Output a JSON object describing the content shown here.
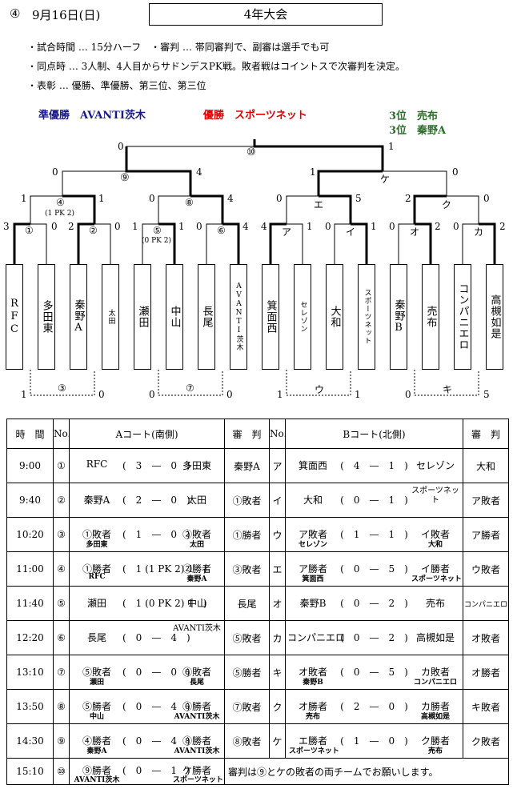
{
  "header": {
    "round": "④",
    "date": "9月16日(日)",
    "title": "4年大会"
  },
  "rules": [
    "・試合時間 … 15分ハーフ　・審判 … 帯同審判で、副審は選手でも可",
    "・同点時 … 3人制、4人目からサドンデスPK戦。敗者戦はコイントスで次審判を決定。",
    "・表彰 … 優勝、準優勝、第三位、第三位"
  ],
  "results": {
    "runner_up": "準優勝　AVANTI茨木",
    "champion": "優勝　スポーツネット",
    "third1": "3位　売布",
    "third2": "3位　秦野A"
  },
  "bracket": {
    "final_id": "⑩",
    "final_left_score": "0",
    "final_right_score": "1",
    "semi_left_id": "⑨",
    "semi_left_score_l": "0",
    "semi_left_score_r": "4",
    "semi_right_id": "ケ",
    "semi_right_score_l": "1",
    "semi_right_score_r": "0",
    "q": [
      {
        "id": "④",
        "pk": "(1 PK 2)",
        "sl": "1",
        "sr": "1"
      },
      {
        "id": "⑧",
        "pk": "",
        "sl": "0",
        "sr": "4"
      },
      {
        "id": "エ",
        "pk": "",
        "sl": "0",
        "sr": "5"
      },
      {
        "id": "ク",
        "pk": "",
        "sl": "2",
        "sr": "0"
      }
    ],
    "r1": [
      {
        "id": "①",
        "pk": "",
        "sl": "3",
        "sr": "0"
      },
      {
        "id": "②",
        "pk": "",
        "sl": "2",
        "sr": "0"
      },
      {
        "id": "⑤",
        "pk": "(0 PK 2)",
        "sl": "1",
        "sr": "1"
      },
      {
        "id": "⑥",
        "pk": "",
        "sl": "0",
        "sr": "4"
      },
      {
        "id": "ア",
        "pk": "",
        "sl": "4",
        "sr": "1"
      },
      {
        "id": "イ",
        "pk": "",
        "sl": "0",
        "sr": "1"
      },
      {
        "id": "オ",
        "pk": "",
        "sl": "0",
        "sr": "2"
      },
      {
        "id": "カ",
        "pk": "",
        "sl": "0",
        "sr": "2"
      }
    ],
    "teams": [
      "RFC",
      "多田東",
      "秦野A",
      "太田",
      "瀬田",
      "中山",
      "長尾",
      "AVANTI茨木",
      "箕面西",
      "セレゾン",
      "大和",
      "スポーツネット",
      "秦野B",
      "売布",
      "コンパニエロ",
      "高槻如是"
    ],
    "losers": [
      {
        "id": "③",
        "sl": "1",
        "sr": "0"
      },
      {
        "id": "⑦",
        "sl": "0",
        "sr": "0"
      },
      {
        "id": "ウ",
        "sl": "1",
        "sr": "1"
      },
      {
        "id": "キ",
        "sl": "0",
        "sr": "5"
      }
    ]
  },
  "schedule": {
    "headers": {
      "time": "時　間",
      "no": "No.",
      "courtA": "Aコート(南側)",
      "ref": "審　判",
      "courtB": "Bコート(北側)"
    },
    "rows": [
      {
        "time": "9:00",
        "a_no": "①",
        "a_l": "RFC",
        "a_score": "(　3　—　0　)",
        "a_r": "多田東",
        "a_ls": "",
        "a_rs": "",
        "a_ref": "秦野A",
        "b_no": "ア",
        "b_l": "箕面西",
        "b_score": "(　4　—　1　)",
        "b_r": "セレゾン",
        "b_ls": "",
        "b_rs": "",
        "b_ref": "大和"
      },
      {
        "time": "9:40",
        "a_no": "②",
        "a_l": "秦野A",
        "a_score": "(　2　—　0　)",
        "a_r": "太田",
        "a_ls": "",
        "a_rs": "",
        "a_ref": "①敗者",
        "b_no": "イ",
        "b_l": "大和",
        "b_score": "(　0　—　1　)",
        "b_r": "スポーツネット",
        "b_ls": "",
        "b_rs": "",
        "b_ref": "ア敗者"
      },
      {
        "time": "10:20",
        "a_no": "③",
        "a_l": "①敗者",
        "a_score": "(　1　—　0　)",
        "a_r": "②敗者",
        "a_ls": "多田東",
        "a_rs": "太田",
        "a_ref": "①勝者",
        "b_no": "ウ",
        "b_l": "ア敗者",
        "b_score": "(　1　—　1　)",
        "b_r": "イ敗者",
        "b_ls": "セレゾン",
        "b_rs": "大和",
        "b_ref": "ア勝者"
      },
      {
        "time": "11:00",
        "a_no": "④",
        "a_l": "①勝者",
        "a_score": "(　1 (1 PK 2) 1　)",
        "a_r": "②勝者",
        "a_ls": "RFC",
        "a_rs": "秦野A",
        "a_ref": "③敗者",
        "b_no": "エ",
        "b_l": "ア勝者",
        "b_score": "(　0　—　5　)",
        "b_r": "イ勝者",
        "b_ls": "箕面西",
        "b_rs": "スポーツネット",
        "b_ref": "ウ敗者"
      },
      {
        "time": "11:40",
        "a_no": "⑤",
        "a_l": "瀬田",
        "a_score": "(　1 (0 PK 2) 1　)",
        "a_r": "中山",
        "a_ls": "",
        "a_rs": "",
        "a_ref": "長尾",
        "b_no": "オ",
        "b_l": "秦野B",
        "b_score": "(　0　—　2　)",
        "b_r": "売布",
        "b_ls": "",
        "b_rs": "",
        "b_ref": "コンパニエロ"
      },
      {
        "time": "12:20",
        "a_no": "⑥",
        "a_l": "長尾",
        "a_score": "(　0　—　4　)",
        "a_r": "AVANTI茨木",
        "a_ls": "",
        "a_rs": "",
        "a_ref": "⑤敗者",
        "b_no": "カ",
        "b_l": "コンパニエロ",
        "b_score": "(　0　—　2　)",
        "b_r": "高槻如是",
        "b_ls": "",
        "b_rs": "",
        "b_ref": "オ敗者"
      },
      {
        "time": "13:10",
        "a_no": "⑦",
        "a_l": "⑤敗者",
        "a_score": "(　0　—　0　)",
        "a_r": "⑥敗者",
        "a_ls": "瀬田",
        "a_rs": "長尾",
        "a_ref": "⑤勝者",
        "b_no": "キ",
        "b_l": "オ敗者",
        "b_score": "(　0　—　5　)",
        "b_r": "カ敗者",
        "b_ls": "秦野B",
        "b_rs": "コンパニエロ",
        "b_ref": "オ勝者"
      },
      {
        "time": "13:50",
        "a_no": "⑧",
        "a_l": "⑤勝者",
        "a_score": "(　0　—　4　)",
        "a_r": "⑥勝者",
        "a_ls": "中山",
        "a_rs": "AVANTI茨木",
        "a_ref": "⑦敗者",
        "b_no": "ク",
        "b_l": "オ勝者",
        "b_score": "(　2　—　0　)",
        "b_r": "カ勝者",
        "b_ls": "売布",
        "b_rs": "高槻如是",
        "b_ref": "キ敗者"
      },
      {
        "time": "14:30",
        "a_no": "⑨",
        "a_l": "④勝者",
        "a_score": "(　0　—　4　)",
        "a_r": "⑧勝者",
        "a_ls": "秦野A",
        "a_rs": "AVANTI茨木",
        "a_ref": "⑧敗者",
        "b_no": "ケ",
        "b_l": "エ勝者",
        "b_score": "(　1　—　0　)",
        "b_r": "ク勝者",
        "b_ls": "スポーツネット",
        "b_rs": "売布",
        "b_ref": "ク敗者"
      }
    ],
    "final": {
      "time": "15:10",
      "no": "⑩",
      "l": "⑨勝者",
      "score": "(　0　—　1　)",
      "r": "ケ勝者",
      "ls": "AVANTI茨木",
      "rs": "スポーツネット",
      "note": "審判は⑨とケの敗者の両チームでお願いします。"
    }
  }
}
